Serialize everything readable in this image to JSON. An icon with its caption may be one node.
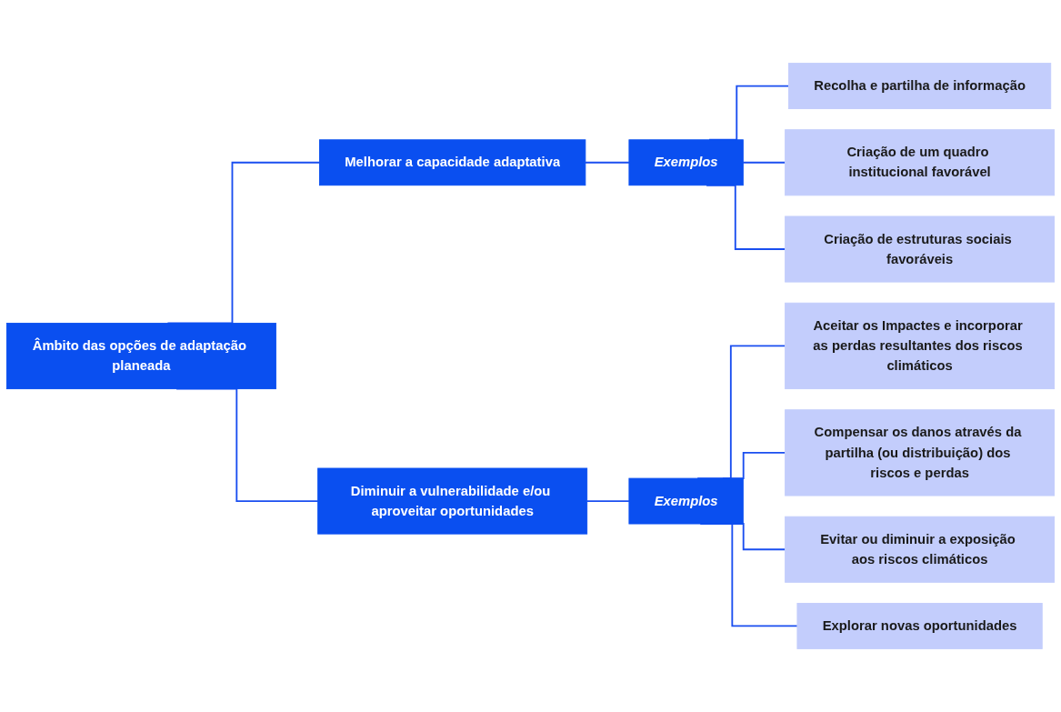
{
  "diagram": {
    "nodes": [
      {
        "text": [
          "Âmbito das opções de adaptação planeada"
        ]
      },
      {
        "text": [
          "Melhorar a capacidade adaptativa"
        ]
      },
      {
        "text": [
          "Exemplos"
        ]
      },
      {
        "text": [
          "Recolha e partilha de informação"
        ]
      },
      {
        "text": [
          "Criação de um quadro institucional favorável"
        ]
      },
      {
        "text": [
          "Criação de estruturas sociais favoráveis"
        ]
      },
      {
        "text": [
          "Diminuir a vulnerabilidade e/ou aproveitar oportunidades"
        ]
      },
      {
        "text": [
          "Exemplos"
        ]
      },
      {
        "text": [
          "Aceitar os Impactes e incorporar as perdas resultantes dos riscos climáticos"
        ]
      },
      {
        "text": [
          "Compensar os danos através da partilha (ou distribuição) dos riscos e perdas"
        ]
      },
      {
        "text": [
          "Evitar ou diminuir a exposição aos riscos climáticos"
        ]
      },
      {
        "text": [
          "Explorar novas oportunidades"
        ]
      }
    ],
    "edges": [
      {
        "from": 0,
        "to": 1,
        "arrow": "none"
      },
      {
        "from": 0,
        "to": 6,
        "arrow": "none"
      },
      {
        "from": 1,
        "to": 2,
        "arrow": "none"
      },
      {
        "from": 2,
        "to": 3,
        "arrow": "none"
      },
      {
        "from": 2,
        "to": 4,
        "arrow": "none"
      },
      {
        "from": 2,
        "to": 5,
        "arrow": "none"
      },
      {
        "from": 6,
        "to": 7,
        "arrow": "none"
      },
      {
        "from": 7,
        "to": 8,
        "arrow": "none"
      },
      {
        "from": 7,
        "to": 9,
        "arrow": "none"
      },
      {
        "from": 7,
        "to": 10,
        "arrow": "none"
      },
      {
        "from": 7,
        "to": 11,
        "arrow": "none"
      }
    ]
  }
}
